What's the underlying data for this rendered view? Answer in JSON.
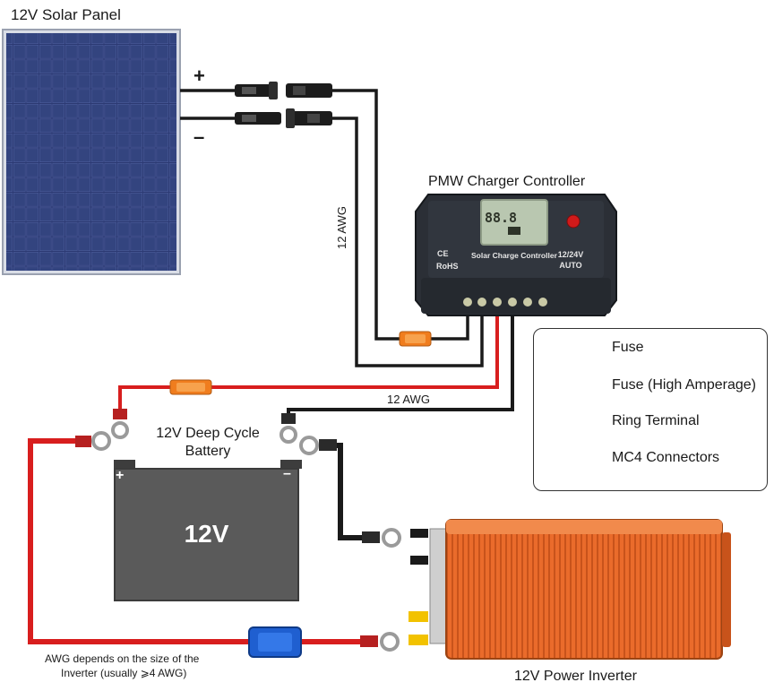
{
  "labels": {
    "solar_panel": "12V Solar Panel",
    "plus": "+",
    "minus": "–",
    "controller_title": "PMW Charger Controller",
    "wire_gauge_vertical": "12 AWG",
    "wire_gauge_horizontal": "12 AWG",
    "battery_line1": "12V Deep Cycle",
    "battery_line2": "Battery",
    "battery_value": "12V",
    "battery_plus": "+",
    "battery_minus": "–",
    "note_line1": "AWG depends on the size of the",
    "note_line2": "Inverter (usually ⩾4 AWG)",
    "inverter": "12V Power Inverter"
  },
  "controller": {
    "lcd_text": "88.8",
    "ce_rohs": "CE\nRoHS",
    "product_name": "Solar Charge Controller",
    "voltage_line1": "12/24V",
    "voltage_line2": "AUTO"
  },
  "legend": {
    "items": [
      {
        "icon": "fuse-icon",
        "label": "Fuse"
      },
      {
        "icon": "fuse-high-amperage-icon",
        "label": "Fuse (High Amperage)"
      },
      {
        "icon": "ring-terminal-icon",
        "label": "Ring Terminal"
      },
      {
        "icon": "mc4-connectors-icon",
        "label": "MC4 Connectors"
      }
    ]
  },
  "colors": {
    "positive_wire": "#d81e1e",
    "negative_wire": "#1a1a1a",
    "fuse": "#f07d1e",
    "high_amp_fuse": "#1f5fd0",
    "inverter_body": "#e8692a",
    "battery_body": "#5a5a5a",
    "controller_body": "#2b2f36",
    "lcd": "#b9c7b0",
    "solar_cell": "#2c3a73"
  }
}
